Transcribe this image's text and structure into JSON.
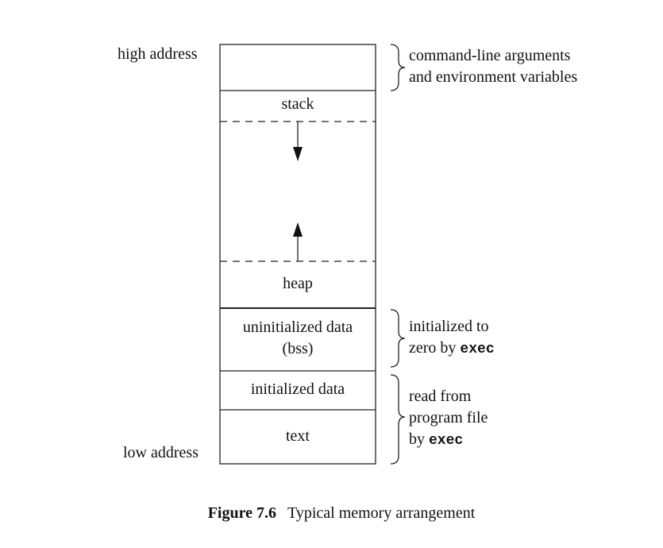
{
  "labels": {
    "high_address": "high address",
    "low_address": "low address"
  },
  "segments": {
    "stack": "stack",
    "heap": "heap",
    "bss_line1": "uninitialized data",
    "bss_line2": "(bss)",
    "initialized_data": "initialized data",
    "text": "text"
  },
  "annotations": {
    "args_line1": "command-line arguments",
    "args_line2": "and environment variables",
    "bss_line1": "initialized to",
    "bss_line2_prefix": "zero by ",
    "bss_line2_code": "exec",
    "prog_line1": "read from",
    "prog_line2": "program file",
    "prog_line3_prefix": "by ",
    "prog_line3_code": "exec"
  },
  "caption": {
    "number": "Figure 7.6",
    "title": "Typical memory arrangement"
  }
}
